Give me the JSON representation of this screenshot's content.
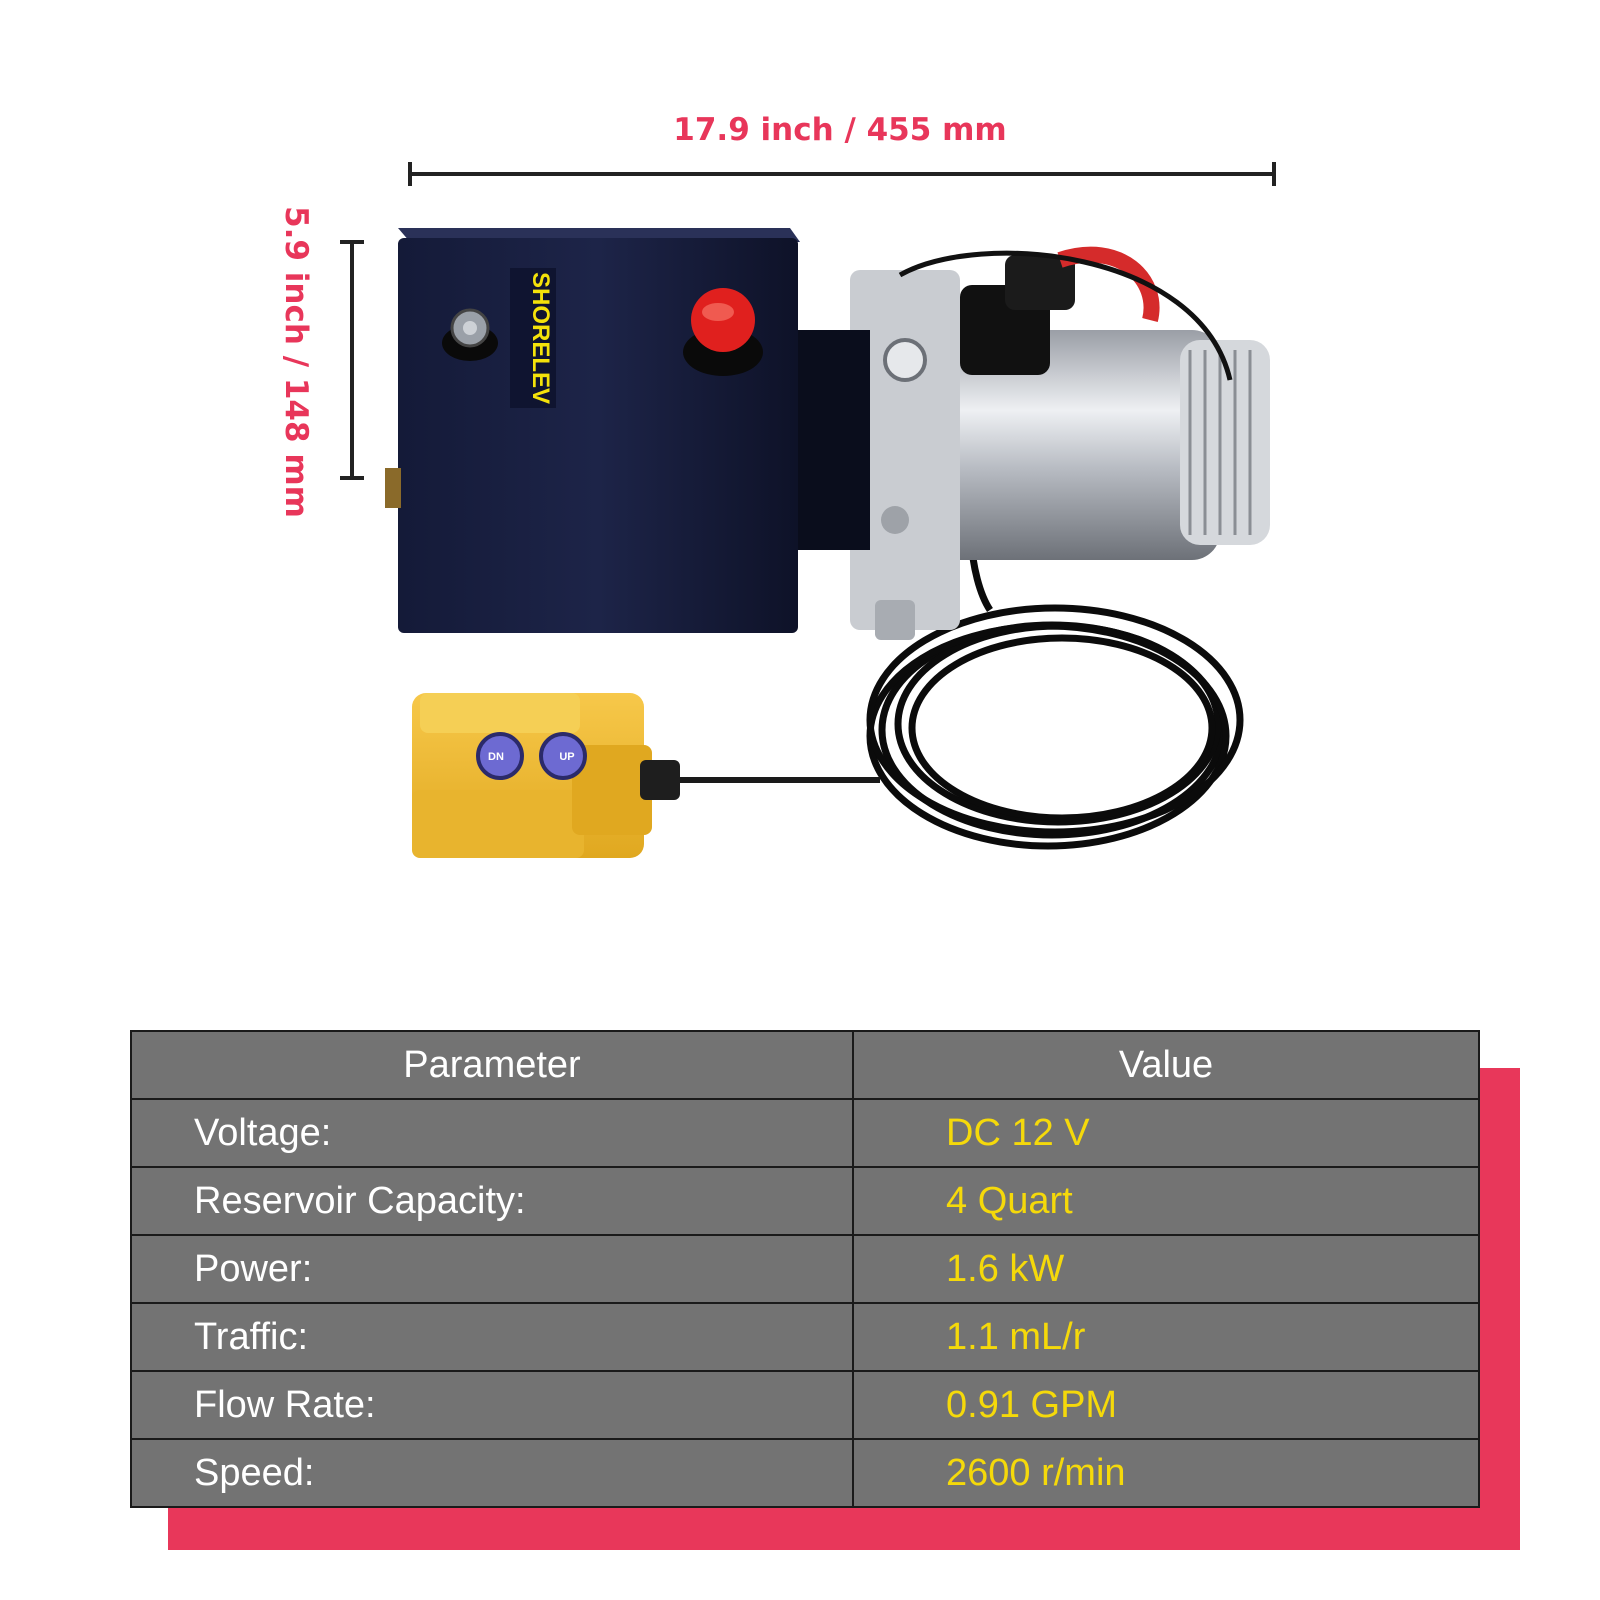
{
  "dimensions": {
    "width_label": "17.9 inch / 455 mm",
    "height_label": "5.9 inch / 148 mm"
  },
  "product": {
    "brand": "SHORELEV",
    "remote_buttons": [
      "DN",
      "UP"
    ]
  },
  "spec_table": {
    "headers": [
      "Parameter",
      "Value"
    ],
    "rows": [
      {
        "parameter": "Voltage:",
        "value": "DC 12 V"
      },
      {
        "parameter": "Reservoir Capacity:",
        "value": "4 Quart"
      },
      {
        "parameter": "Power:",
        "value": "1.6 kW"
      },
      {
        "parameter": "Traffic:",
        "value": "1.1 mL/r"
      },
      {
        "parameter": "Flow Rate:",
        "value": "0.91 GPM"
      },
      {
        "parameter": "Speed:",
        "value": "2600 r/min"
      }
    ]
  },
  "colors": {
    "accent_red": "#e8375a",
    "table_gray": "#737373",
    "value_yellow": "#f5d90a"
  }
}
